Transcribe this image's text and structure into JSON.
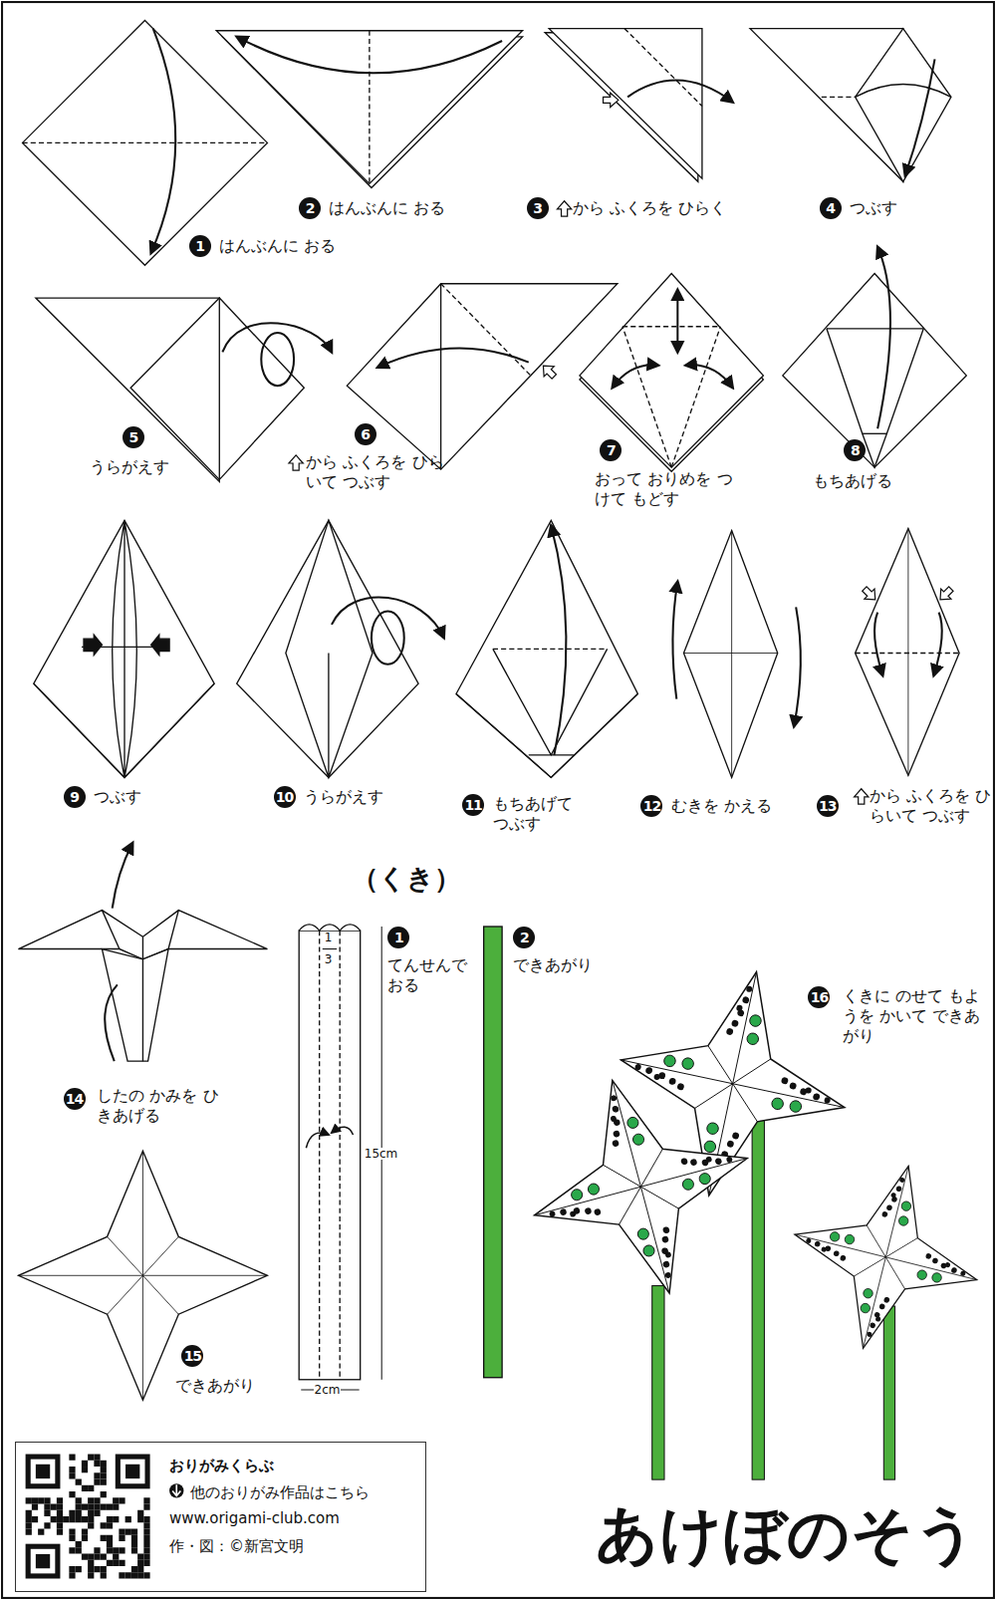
{
  "diagram": {
    "title": "あけぼのそう",
    "nodes": [
      {
        "text": [
          "おりがみくらぶ",
          "他のおりがみ作品はこちら",
          "www.origami-club.com",
          "作・図：©新宮文明"
        ]
      }
    ],
    "labels": [
      "1",
      "はんぶんに おる",
      "2",
      "はんぶんに おる",
      "3",
      "から ふくろを ひらく",
      "4",
      "つぶす",
      "5",
      "うらがえす",
      "6",
      "から ふくろを ひらいて つぶす",
      "7",
      "おって おりめを つけて もどす",
      "8",
      "もちあげる",
      "9",
      "つぶす",
      "10",
      "うらがえす",
      "11",
      "もちあげて つぶす",
      "12",
      "むきを かえる",
      "13",
      "から ふくろを ひらいて つぶす",
      "14",
      "したの かみを ひきあげる",
      "15",
      "できあがり",
      "（くき）",
      "1",
      "3",
      "1",
      "てんせんで おる",
      "15cm",
      "2cm",
      "2",
      "できあがり",
      "16",
      "くきに のせて もようを かいて できあがり"
    ]
  }
}
